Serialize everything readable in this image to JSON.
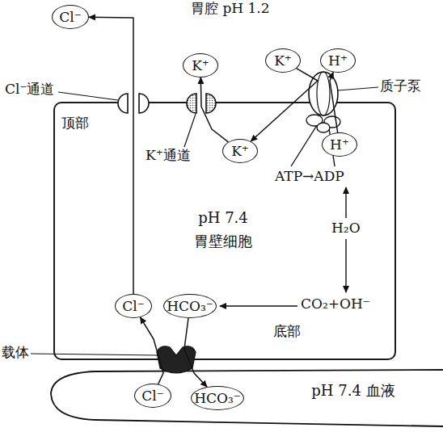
{
  "diagram": {
    "nodes": [
      {
        "text": [
          "Cl⁻"
        ]
      },
      {
        "text": [
          "K⁺"
        ]
      },
      {
        "text": [
          "K⁺"
        ]
      },
      {
        "text": [
          "H⁺"
        ]
      },
      {
        "text": [
          "pH 7.4 胃壁细胞"
        ]
      },
      {
        "text": [
          "K⁺"
        ],
        "in": 4
      },
      {
        "text": [
          "H⁺"
        ],
        "in": 4
      },
      {
        "text": [
          "Cl⁻"
        ],
        "in": 4
      },
      {
        "text": [
          "HCO₃⁻"
        ],
        "in": 4
      },
      {
        "text": [
          "pH 7.4 血液"
        ]
      },
      {
        "text": [
          "Cl⁻"
        ],
        "in": 9
      },
      {
        "text": [
          "HCO₃⁻"
        ],
        "in": 9
      }
    ],
    "edges": [
      {
        "from": 7,
        "to": 0,
        "arrow": "to"
      },
      {
        "from": 5,
        "to": 1,
        "arrow": "to"
      },
      {
        "from": 2,
        "to": 5,
        "arrow": "to"
      },
      {
        "from": 6,
        "to": 3,
        "arrow": "to"
      },
      {
        "from": 8,
        "to": 11,
        "arrow": "to"
      },
      {
        "from": 10,
        "to": 7,
        "arrow": "to"
      }
    ],
    "labels": [
      "胃腔 pH 1.2",
      "Cl⁻通道",
      "顶部",
      "K⁺通道",
      "质子泵",
      "ATP→ADP",
      "H₂O",
      "CO₂+OH⁻",
      "底部",
      "载体"
    ]
  }
}
